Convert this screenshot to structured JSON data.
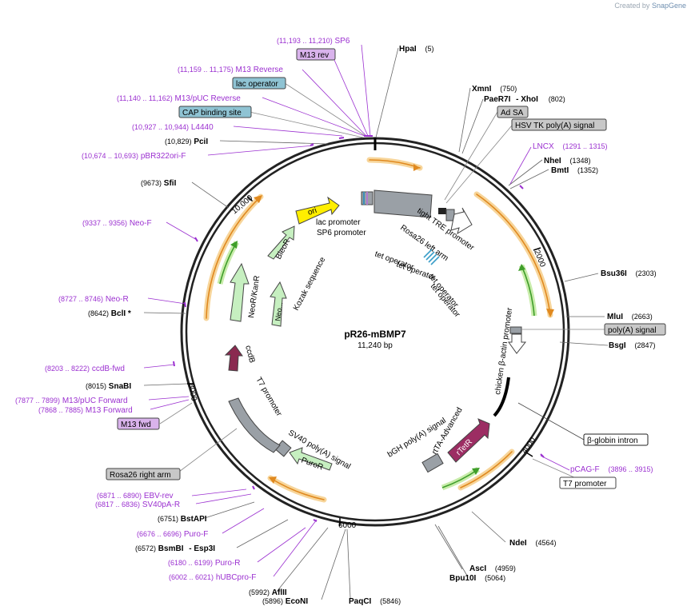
{
  "credit": {
    "prefix": "Created by",
    "brand": "SnapGene"
  },
  "plasmid": {
    "name": "pR26-mBMP7",
    "length_label": "11,240 bp"
  },
  "ticks": [
    "2000",
    "4000",
    "6000",
    "8000",
    "10,000"
  ],
  "colors": {
    "primer": "#9b30d0",
    "site": "#000000",
    "feature_label": "#333333",
    "orange": "#f5a623",
    "green": "#47a82c"
  },
  "sites": [
    {
      "name": "HpaI",
      "pos": "(5)"
    },
    {
      "name": "XmnI",
      "pos": "(750)"
    },
    {
      "name": "PaeR7I",
      "sep": "-",
      "name2": "XhoI",
      "pos": "(802)"
    },
    {
      "name": "NheI",
      "pos": "(1348)"
    },
    {
      "name": "BmtI",
      "pos": "(1352)"
    },
    {
      "name": "Bsu36I",
      "pos": "(2303)"
    },
    {
      "name": "MluI",
      "pos": "(2663)"
    },
    {
      "name": "BsgI",
      "pos": "(2847)"
    },
    {
      "name": "NdeI",
      "pos": "(4564)"
    },
    {
      "name": "AscI",
      "pos": "(4959)"
    },
    {
      "name": "Bpu10I",
      "pos": "(5064)"
    },
    {
      "name": "PaqCI",
      "pos": "(5846)"
    },
    {
      "name": "EcoNI",
      "pos": "(5896)"
    },
    {
      "name": "AflII",
      "pos": "(5992)"
    },
    {
      "name": "BsmBI",
      "sep": "-",
      "name2": "Esp3I",
      "pos": "(6572)"
    },
    {
      "name": "BstAPI",
      "pos": "(6751)"
    },
    {
      "name": "SnaBI",
      "pos": "(8015)"
    },
    {
      "name": "BclI *",
      "pos": "(8642)"
    },
    {
      "name": "SfiI",
      "pos": "(9673)"
    },
    {
      "name": "PciI",
      "pos": "(10,829)"
    }
  ],
  "primers": [
    {
      "range": "(11,193 .. 11,210)",
      "name": "SP6"
    },
    {
      "range": "(11,159 .. 11,175)",
      "name": "M13 Reverse"
    },
    {
      "range": "(11,140 .. 11,162)",
      "name": "M13/pUC Reverse"
    },
    {
      "range": "(10,927 .. 10,944)",
      "name": "L4440"
    },
    {
      "range": "(10,674 .. 10,693)",
      "name": "pBR322ori-F"
    },
    {
      "range": "(9337 .. 9356)",
      "name": "Neo-F"
    },
    {
      "range": "(8727 .. 8746)",
      "name": "Neo-R"
    },
    {
      "range": "(8203 .. 8222)",
      "name": "ccdB-fwd"
    },
    {
      "range": "(7877 .. 7899)",
      "name": "M13/pUC Forward"
    },
    {
      "range": "(7868 .. 7885)",
      "name": "M13 Forward"
    },
    {
      "range": "(6871 .. 6890)",
      "name": "EBV-rev"
    },
    {
      "range": "(6817 .. 6836)",
      "name": "SV40pA-R"
    },
    {
      "range": "(6676 .. 6696)",
      "name": "Puro-F"
    },
    {
      "range": "(6180 .. 6199)",
      "name": "Puro-R"
    },
    {
      "range": "(6002 .. 6021)",
      "name": "hUBCpro-F"
    },
    {
      "name": "LNCX",
      "range": "(1291 .. 1315)"
    },
    {
      "name": "pCAG-F",
      "range": "(3896 .. 3915)"
    }
  ],
  "boxes": [
    "M13 rev",
    "lac operator",
    "CAP binding site",
    "Ad SA",
    "HSV TK poly(A) signal",
    "poly(A) signal",
    "β-globin intron",
    "T7 promoter",
    "M13 fwd",
    "Rosa26 right arm"
  ],
  "inner_labels": [
    "ori",
    "BleoR",
    "NeoR/KanR",
    "Neo...",
    "Kozak sequence",
    "lac promoter",
    "SP6 promoter",
    "tight TRE promoter",
    "Rosa26 left arm",
    "tet operator",
    "tet operator",
    "tet operator",
    "tet operator",
    "chicken β-actin promoter",
    "rtTA-Advanced",
    "bGH poly(A) signal",
    "rTetR",
    "SV40 poly(A) signal",
    "PuroR",
    "T7 promoter",
    "ccdB"
  ]
}
